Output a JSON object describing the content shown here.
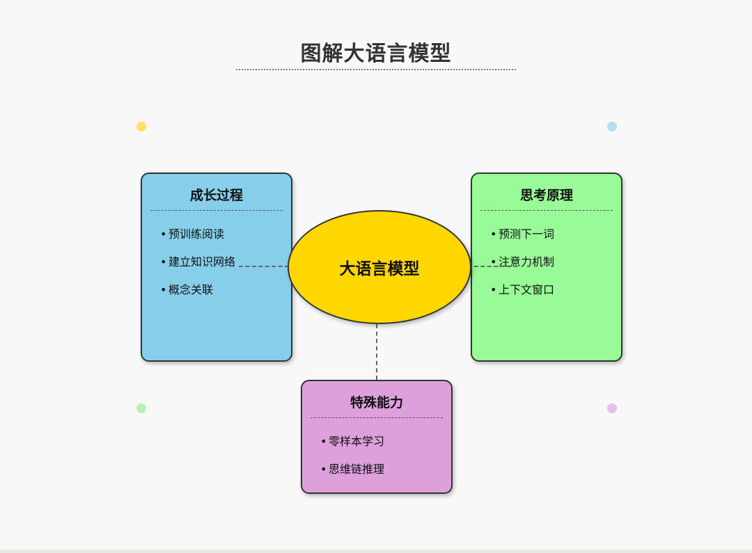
{
  "title": "图解大语言模型",
  "center": {
    "label": "大语言模型",
    "color": "#FFD700"
  },
  "cards": {
    "growth": {
      "title": "成长过程",
      "color": "#87CEEB",
      "items": [
        "预训练阅读",
        "建立知识网络",
        "概念关联"
      ]
    },
    "thinking": {
      "title": "思考原理",
      "color": "#98FB98",
      "items": [
        "预测下一词",
        "注意力机制",
        "上下文窗口"
      ]
    },
    "abilities": {
      "title": "特殊能力",
      "color": "#DDA0DD",
      "items": [
        "零样本学习",
        "思维链推理"
      ]
    }
  },
  "decor_colors": {
    "top_left": "#FFE066",
    "top_right": "#B5DCF0",
    "bottom_left": "#B8F0B8",
    "bottom_right": "#E8C0E8"
  },
  "bullet": "•"
}
